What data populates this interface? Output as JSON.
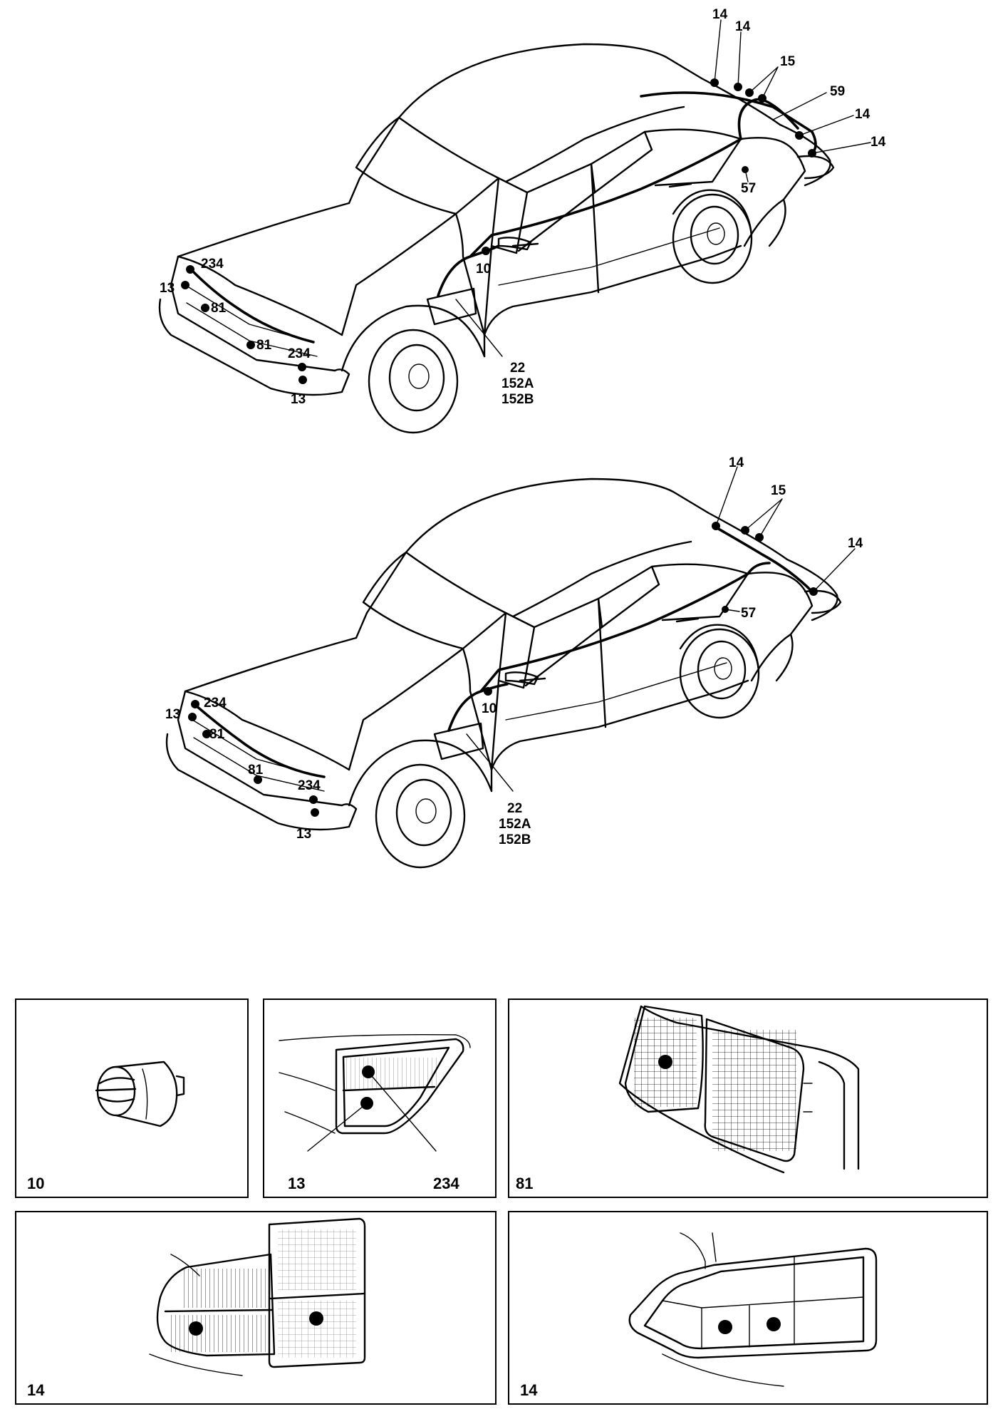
{
  "diagram": {
    "top_car_labels": [
      "14",
      "14",
      "15",
      "59",
      "14",
      "14",
      "57",
      "234",
      "13",
      "81",
      "81",
      "234",
      "10",
      "22",
      "152A",
      "152B",
      "13"
    ],
    "bottom_car_labels": [
      "14",
      "15",
      "14",
      "57",
      "13",
      "234",
      "81",
      "81",
      "234",
      "10",
      "22",
      "152A",
      "152B",
      "13"
    ],
    "panels": [
      {
        "id": "10",
        "labels": [
          "10"
        ]
      },
      {
        "id": "13-234",
        "labels": [
          "13",
          "234"
        ]
      },
      {
        "id": "81",
        "labels": [
          "81"
        ]
      },
      {
        "id": "14-a",
        "labels": [
          "14"
        ]
      },
      {
        "id": "14-b",
        "labels": [
          "14"
        ]
      }
    ]
  }
}
